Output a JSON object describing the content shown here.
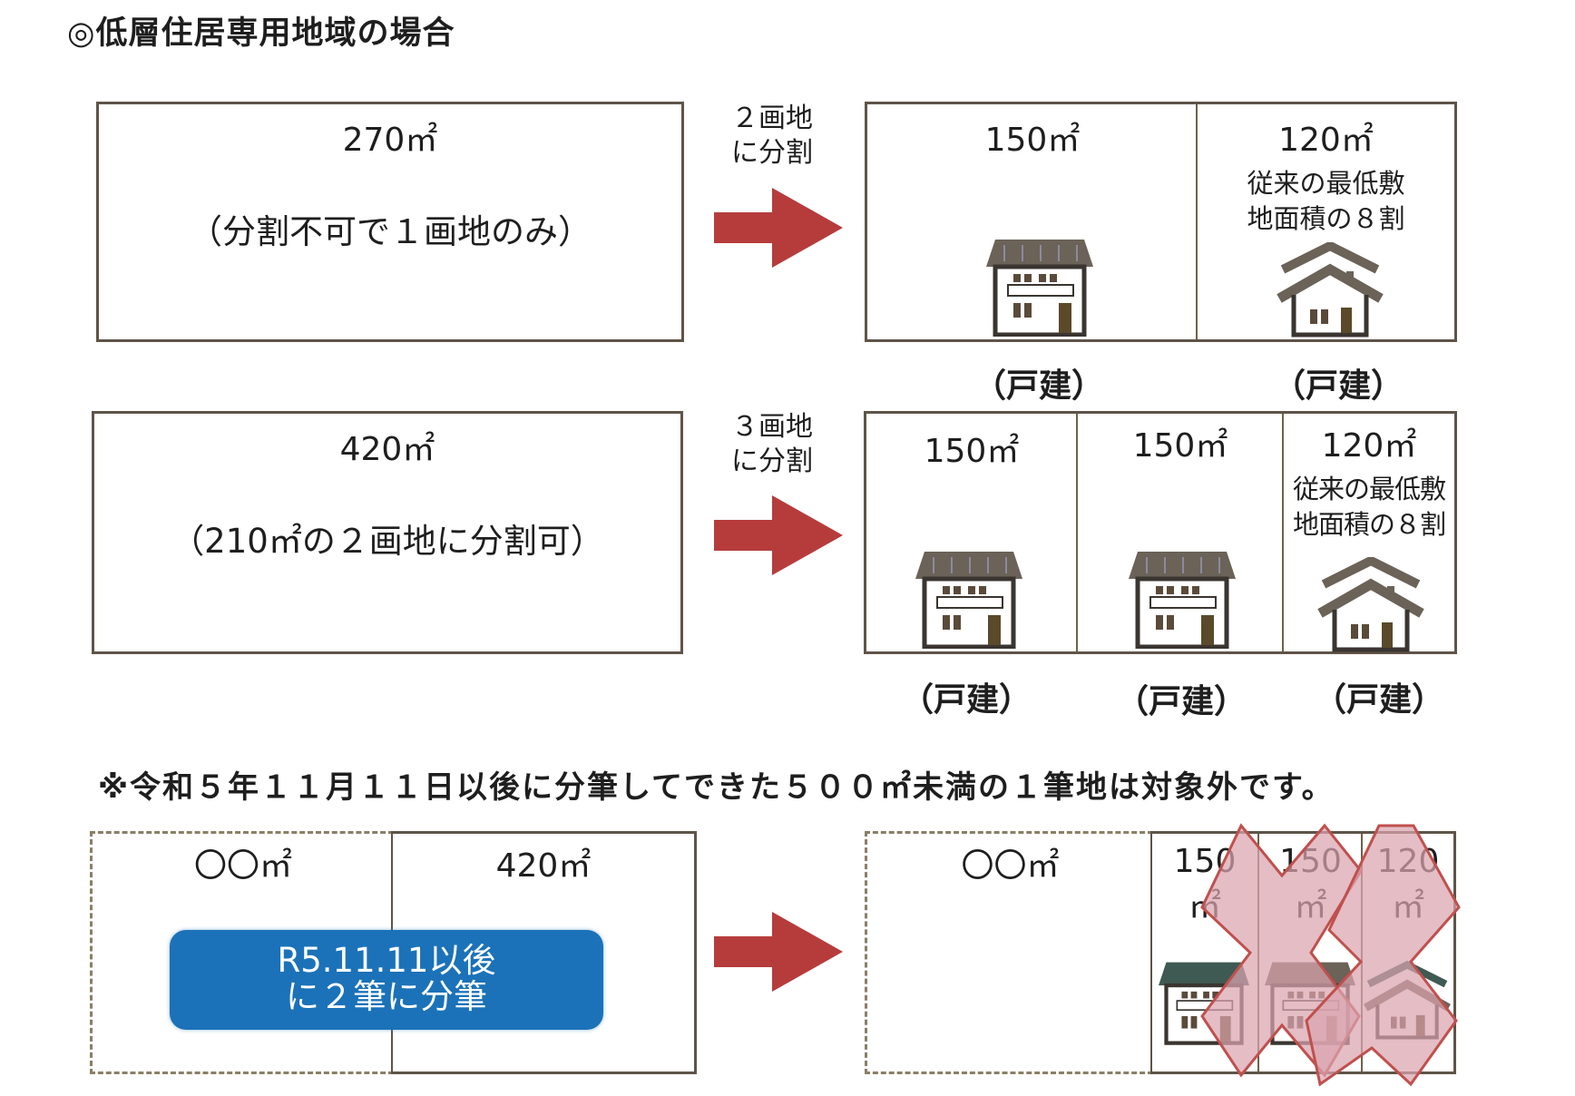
{
  "title": "◎低層住居専用地域の場合",
  "unit": "㎡",
  "colors": {
    "arrow": "#b63c3c",
    "badge": "#1b72b8",
    "border": "#5e5448",
    "cross_fill": "#d9a3ae",
    "cross_stroke": "#c0504d"
  },
  "row1": {
    "before": {
      "area": "270",
      "note": "（分割不可で１画地のみ）"
    },
    "arrow_label": [
      "２画地",
      "に分割"
    ],
    "after": [
      {
        "area": "150",
        "icon": "two-story-house-icon",
        "kind": "（戸建）"
      },
      {
        "area": "120",
        "note_lines": [
          "従来の最低敷",
          "地面積の８割"
        ],
        "icon": "gabled-house-icon",
        "kind": "（戸建）"
      }
    ]
  },
  "row2": {
    "before": {
      "area": "420",
      "note_pre": "（210",
      "note_post": "の２画地に分割可）"
    },
    "arrow_label": [
      "３画地",
      "に分割"
    ],
    "after": [
      {
        "area": "150",
        "icon": "two-story-house-icon",
        "kind": "（戸建）"
      },
      {
        "area": "150",
        "icon": "two-story-house-icon",
        "kind": "（戸建）"
      },
      {
        "area": "120",
        "note_lines": [
          "従来の最低敷",
          "地面積の８割"
        ],
        "icon": "gabled-house-icon",
        "kind": "（戸建）"
      }
    ]
  },
  "note": "※令和５年１１月１１日以後に分筆してできた５００㎡未満の１筆地は対象外です。",
  "row3": {
    "before": {
      "left_area": "〇〇",
      "right_area": "420",
      "badge_lines": [
        "R5.11.11以後",
        "に２筆に分筆"
      ]
    },
    "after": {
      "left_area": "〇〇",
      "plots": [
        {
          "area_top": "150",
          "area_bottom": "㎡",
          "icon": "two-story-house-icon"
        },
        {
          "area_top": "150",
          "area_bottom": "㎡",
          "icon": "two-story-house-icon"
        },
        {
          "area_top": "120",
          "area_bottom": "㎡",
          "icon": "gabled-house-icon"
        }
      ],
      "status": "excluded"
    }
  }
}
